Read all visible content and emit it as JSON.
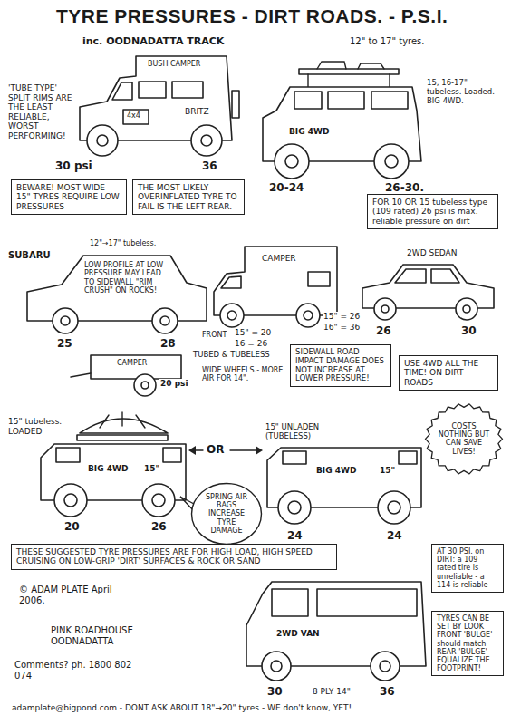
{
  "diagram": {
    "title": "TYRE PRESSURES - DIRT ROADS. - P.S.I.",
    "nodes": [
      {
        "text": [
          "BEWARE! MOST WIDE 15\" TYRES REQUIRE LOW PRESSURES"
        ]
      },
      {
        "text": [
          "THE MOST LIKELY OVERINFLATED TYRE TO FAIL IS THE LEFT REAR."
        ]
      },
      {
        "text": [
          "FOR 10 OR 15 tubeless type (109 rated) 26 psi is max. reliable pressure on dirt"
        ]
      },
      {
        "text": [
          "SIDEWALL ROAD IMPACT DAMAGE DOES NOT INCREASE AT LOWER PRESSURE!"
        ]
      },
      {
        "text": [
          "USE 4WD ALL THE TIME! ON DIRT ROADS"
        ]
      },
      {
        "text": [
          "COSTS NOTHING BUT CAN SAVE LIVES!"
        ]
      },
      {
        "text": [
          "SPRING AIR BAGS INCREASE TYRE DAMAGE"
        ]
      },
      {
        "text": [
          "THESE SUGGESTED TYRE PRESSURES ARE FOR HIGH LOAD, HIGH SPEED CRUISING ON LOW-GRIP 'DIRT' SURFACES & ROCK OR SAND"
        ]
      },
      {
        "text": [
          "AT 30 PSI. on DIRT: a 109 rated tire is unreliable - a 114 is reliable"
        ]
      },
      {
        "text": [
          "TYRES CAN BE SET BY LOOK FRONT 'BULGE' should match REAR 'BULGE' - EQUALIZE THE FOOTPRINT!"
        ]
      }
    ],
    "labels": [
      "inc. OODNADATTA TRACK",
      "12\" to 17\" tyres.",
      "'TUBE TYPE' SPLIT RIMS ARE THE LEAST RELIABLE, WORST PERFORMING!",
      "30 psi",
      "BUSH CAMPER",
      "BRITZ",
      "4x4",
      "36",
      "15, 16-17\" tubeless. Loaded. BIG 4WD.",
      "BIG 4WD",
      "20-24",
      "26-30.",
      "SUBARU",
      "12\"→17\" tubeless.",
      "LOW PROFILE AT LOW PRESSURE MAY LEAD TO SIDEWALL \"RIM CRUSH\" ON ROCKS!",
      "25",
      "28",
      "CAMPER",
      "FRONT",
      "15\" = 20",
      "16 = 26",
      "15\" = 26",
      "16\" = 36",
      "TUBED & TUBELESS",
      "2WD SEDAN",
      "26",
      "30",
      "CAMPER",
      "20 psi",
      "WIDE WHEELS.- MORE AIR FOR 14\".",
      "15\" tubeless. LOADED",
      "BIG 4WD",
      "15\"",
      "20",
      "26",
      "OR",
      "15\" UNLADEN (TUBELESS)",
      "BIG 4WD",
      "15\"",
      "24",
      "24",
      "2WD VAN",
      "30",
      "8 PLY 14\"",
      "36",
      "© ADAM PLATE April 2006.",
      "PINK ROADHOUSE OODNADATTA",
      "Comments? ph. 1800 802 074",
      "adamplate@bigpond.com - DONT ASK ABOUT 18\"→20\" tyres - WE don't know, YET!"
    ]
  }
}
